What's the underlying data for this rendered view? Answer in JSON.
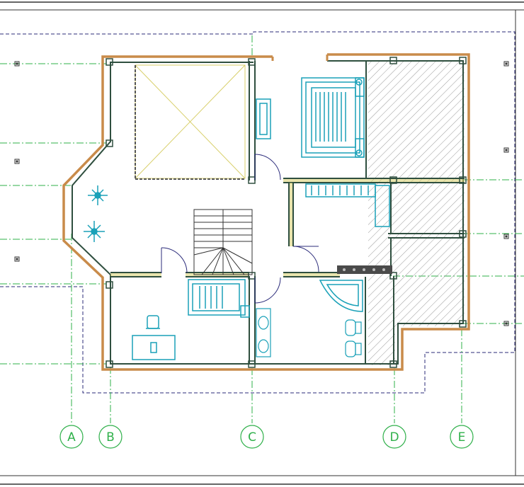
{
  "axes": [
    {
      "id": "a",
      "label": "A"
    },
    {
      "id": "b",
      "label": "B"
    },
    {
      "id": "c",
      "label": "C"
    },
    {
      "id": "d",
      "label": "D"
    },
    {
      "id": "e",
      "label": "E"
    }
  ],
  "colors": {
    "background": "#ffffff",
    "frame": "#333333",
    "wall_outer": "#c98b4a",
    "wall_inner": "#2f4f3f",
    "grid_line": "#2fb04a",
    "boundary_dash": "#2b2b7a",
    "furniture": "#1aa1b8",
    "stair": "#333333",
    "void_cross": "#d8cf6a",
    "hatch": "#9a9a9a"
  }
}
